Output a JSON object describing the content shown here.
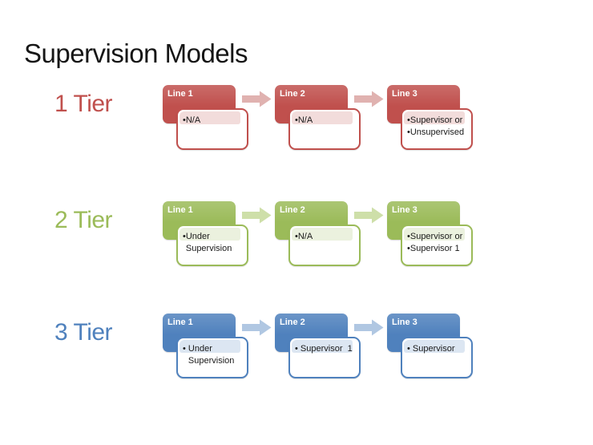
{
  "slide": {
    "title": "Supervision Models",
    "background": "#ffffff"
  },
  "tiers": [
    {
      "label": "1 Tier",
      "accent": "#C0504D",
      "tint": "#F2DCDB",
      "arrow_color": "#E0B2B0",
      "marker": "•",
      "boxes": [
        {
          "header": "Line 1",
          "bullets": [
            "N/A"
          ]
        },
        {
          "header": "Line 2",
          "bullets": [
            "N/A"
          ]
        },
        {
          "header": "Line 3",
          "bullets": [
            "Supervisor or",
            "Unsupervised"
          ]
        }
      ]
    },
    {
      "label": "2 Tier",
      "accent": "#9BBB59",
      "tint": "#EBF1DE",
      "arrow_color": "#CEDFA9",
      "marker": "•",
      "boxes": [
        {
          "header": "Line 1",
          "bullets": [
            "Under Supervision"
          ]
        },
        {
          "header": "Line 2",
          "bullets": [
            "N/A"
          ]
        },
        {
          "header": "Line 3",
          "bullets": [
            "Supervisor or",
            "Supervisor 1"
          ]
        }
      ]
    },
    {
      "label": "3 Tier",
      "accent": "#4F81BD",
      "tint": "#DCE6F2",
      "arrow_color": "#B0C7E2",
      "marker": "• ",
      "boxes": [
        {
          "header": "Line 1",
          "bullets": [
            "Under Supervision"
          ]
        },
        {
          "header": "Line 2",
          "bullets": [
            "Supervisor  1"
          ]
        },
        {
          "header": "Line 3",
          "bullets": [
            "Supervisor"
          ]
        }
      ]
    }
  ]
}
